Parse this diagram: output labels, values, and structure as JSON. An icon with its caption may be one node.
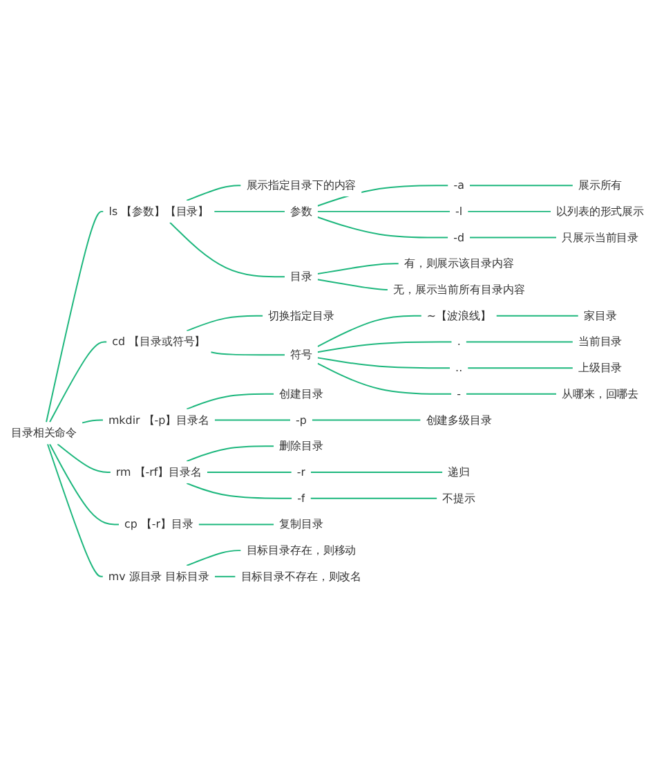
{
  "diagram": {
    "nodes": [
      {
        "text": [
          "目录相关命令"
        ]
      },
      {
        "text": [
          "ls 【参数】【目录】"
        ]
      },
      {
        "text": [
          "展示指定目录下的内容"
        ]
      },
      {
        "text": [
          "参数"
        ]
      },
      {
        "text": [
          "-a"
        ]
      },
      {
        "text": [
          "展示所有"
        ]
      },
      {
        "text": [
          "-l"
        ]
      },
      {
        "text": [
          "以列表的形式展示"
        ]
      },
      {
        "text": [
          "-d"
        ]
      },
      {
        "text": [
          "只展示当前目录"
        ]
      },
      {
        "text": [
          "目录"
        ]
      },
      {
        "text": [
          "有，则展示该目录内容"
        ]
      },
      {
        "text": [
          "无，展示当前所有目录内容"
        ]
      },
      {
        "text": [
          "cd 【目录或符号】"
        ]
      },
      {
        "text": [
          "切换指定目录"
        ]
      },
      {
        "text": [
          "符号"
        ]
      },
      {
        "text": [
          "~【波浪线】"
        ]
      },
      {
        "text": [
          "家目录"
        ]
      },
      {
        "text": [
          "."
        ]
      },
      {
        "text": [
          "当前目录"
        ]
      },
      {
        "text": [
          ".."
        ]
      },
      {
        "text": [
          "上级目录"
        ]
      },
      {
        "text": [
          "-"
        ]
      },
      {
        "text": [
          "从哪来，回哪去"
        ]
      },
      {
        "text": [
          "mkdir 【-p】目录名"
        ]
      },
      {
        "text": [
          "创建目录"
        ]
      },
      {
        "text": [
          "-p"
        ]
      },
      {
        "text": [
          "创建多级目录"
        ]
      },
      {
        "text": [
          "rm 【-rf】目录名"
        ]
      },
      {
        "text": [
          "删除目录"
        ]
      },
      {
        "text": [
          "-r"
        ]
      },
      {
        "text": [
          "递归"
        ]
      },
      {
        "text": [
          "-f"
        ]
      },
      {
        "text": [
          "不提示"
        ]
      },
      {
        "text": [
          "cp 【-r】目录"
        ]
      },
      {
        "text": [
          "复制目录"
        ]
      },
      {
        "text": [
          "mv 源目录 目标目录"
        ]
      },
      {
        "text": [
          "目标目录存在，则移动"
        ]
      },
      {
        "text": [
          "目标目录不存在，则改名"
        ]
      }
    ],
    "edges": [
      {
        "from": 0,
        "to": 1,
        "arrow": "none"
      },
      {
        "from": 1,
        "to": 2,
        "arrow": "none"
      },
      {
        "from": 1,
        "to": 3,
        "arrow": "none"
      },
      {
        "from": 3,
        "to": 4,
        "arrow": "none"
      },
      {
        "from": 4,
        "to": 5,
        "arrow": "none"
      },
      {
        "from": 3,
        "to": 6,
        "arrow": "none"
      },
      {
        "from": 6,
        "to": 7,
        "arrow": "none"
      },
      {
        "from": 3,
        "to": 8,
        "arrow": "none"
      },
      {
        "from": 8,
        "to": 9,
        "arrow": "none"
      },
      {
        "from": 1,
        "to": 10,
        "arrow": "none"
      },
      {
        "from": 10,
        "to": 11,
        "arrow": "none"
      },
      {
        "from": 10,
        "to": 12,
        "arrow": "none"
      },
      {
        "from": 0,
        "to": 13,
        "arrow": "none"
      },
      {
        "from": 13,
        "to": 14,
        "arrow": "none"
      },
      {
        "from": 13,
        "to": 15,
        "arrow": "none"
      },
      {
        "from": 15,
        "to": 16,
        "arrow": "none"
      },
      {
        "from": 16,
        "to": 17,
        "arrow": "none"
      },
      {
        "from": 15,
        "to": 18,
        "arrow": "none"
      },
      {
        "from": 18,
        "to": 19,
        "arrow": "none"
      },
      {
        "from": 15,
        "to": 20,
        "arrow": "none"
      },
      {
        "from": 20,
        "to": 21,
        "arrow": "none"
      },
      {
        "from": 15,
        "to": 22,
        "arrow": "none"
      },
      {
        "from": 22,
        "to": 23,
        "arrow": "none"
      },
      {
        "from": 0,
        "to": 24,
        "arrow": "none"
      },
      {
        "from": 24,
        "to": 25,
        "arrow": "none"
      },
      {
        "from": 24,
        "to": 26,
        "arrow": "none"
      },
      {
        "from": 26,
        "to": 27,
        "arrow": "none"
      },
      {
        "from": 0,
        "to": 28,
        "arrow": "none"
      },
      {
        "from": 28,
        "to": 29,
        "arrow": "none"
      },
      {
        "from": 28,
        "to": 30,
        "arrow": "none"
      },
      {
        "from": 30,
        "to": 31,
        "arrow": "none"
      },
      {
        "from": 28,
        "to": 32,
        "arrow": "none"
      },
      {
        "from": 32,
        "to": 33,
        "arrow": "none"
      },
      {
        "from": 0,
        "to": 34,
        "arrow": "none"
      },
      {
        "from": 34,
        "to": 35,
        "arrow": "none"
      },
      {
        "from": 0,
        "to": 36,
        "arrow": "none"
      },
      {
        "from": 36,
        "to": 37,
        "arrow": "none"
      },
      {
        "from": 36,
        "to": 38,
        "arrow": "none"
      }
    ]
  }
}
